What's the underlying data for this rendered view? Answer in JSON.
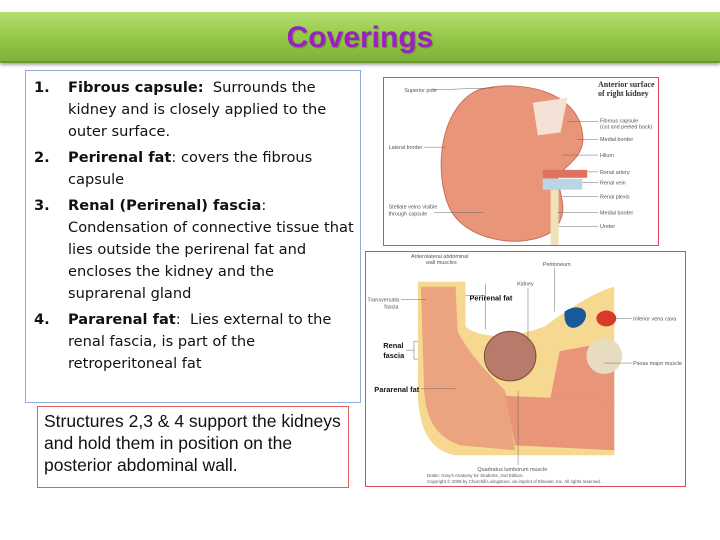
{
  "title": "Coverings",
  "list": [
    {
      "num": "1.",
      "term": "Fibrous capsule:",
      "text": "  Surrounds the kidney and is closely applied to the outer surface."
    },
    {
      "num": "2.",
      "term": "Perirenal fat",
      "text": ": covers the fibrous capsule"
    },
    {
      "num": "3.",
      "term": "Renal (Perirenal) fascia",
      "text": ": Condensation of connective tissue that lies outside the perirenal fat and encloses the kidney and the suprarenal gland"
    },
    {
      "num": "4.",
      "term": "Pararenal fat",
      "text": ":  Lies external to the renal fascia, is part of the retroperitoneal fat"
    }
  ],
  "note": "Structures 2,3 & 4 support the kidneys and hold them in position on the posterior abdominal wall.",
  "figure1": {
    "heading": "Anterior surface of right kidney",
    "labels": {
      "superior_pole": "Superior pole",
      "lateral_border": "Lateral border",
      "stellate_1": "Stellate veins visible",
      "stellate_2": "through capsule",
      "fibrous_1": "Fibrous capsule",
      "fibrous_2": "(cut and peeled back)",
      "medial_border_1": "Medial border",
      "hilum": "Hilum",
      "renal_artery": "Renal artery",
      "renal_vein": "Renal vein",
      "renal_plexus": "Renal plexis",
      "medial_border_2": "Medial border",
      "ureter": "Ureter"
    }
  },
  "figure2": {
    "labels": {
      "wall_1": "Anterolateral abdominal",
      "wall_2": "wall muscles",
      "peritoneum": "Peritoneum",
      "kidney": "Kidney",
      "transversalis_1": "Transversalis",
      "transversalis_2": "fascia",
      "perirenal_fat": "Perirenal fat",
      "renal_fascia_1": "Renal",
      "renal_fascia_2": "fascia",
      "pararenal_fat": "Pararenal fat",
      "ivc": "Inferior vena cava",
      "psoas": "Psoas major muscle",
      "quadratus": "Quadratus lumborum muscle",
      "credit_1": "Drake: Gray's Anatomy for Students, 2nd Edition.",
      "credit_2": "Copyright © 2009 by Churchill Livingstone, an imprint of Elsevier, Inc. All rights reserved."
    }
  },
  "colors": {
    "title": "#9b1fc4",
    "title_bar": "#8fc443",
    "list_border": "#8fb0d8",
    "note_border": "#e06060"
  }
}
